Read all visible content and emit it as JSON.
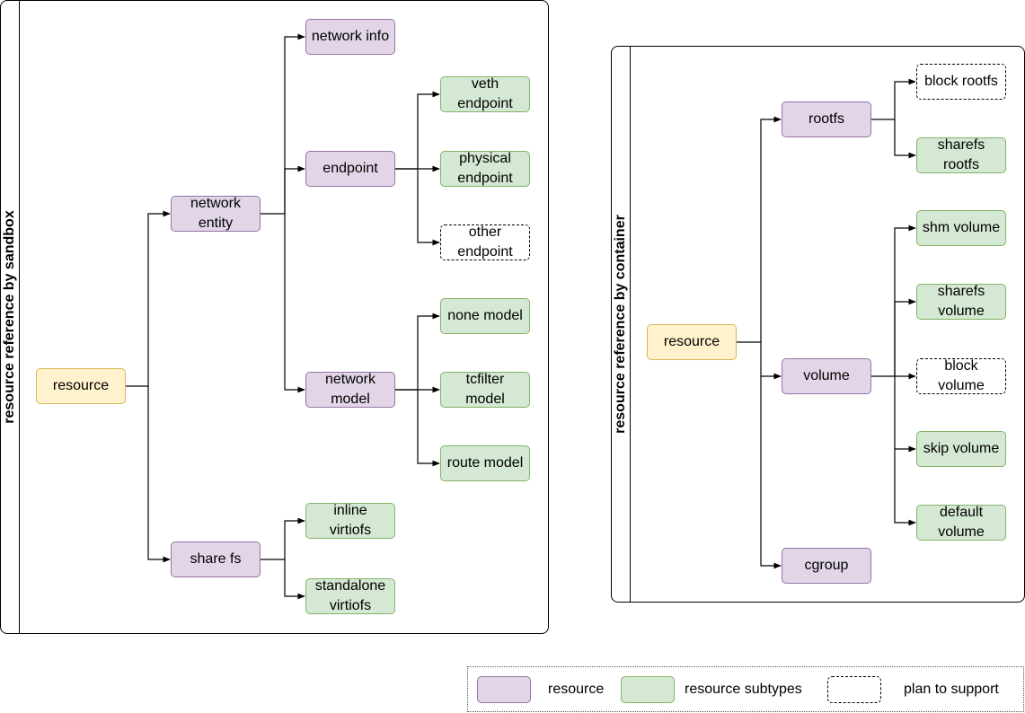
{
  "sandbox": {
    "title": "resource reference by sandbox",
    "resource": "resource",
    "network_entity": "network\nentity",
    "network_info": "network info",
    "endpoint": "endpoint",
    "veth_endpoint": "veth\nendpoint",
    "physical_endpoint": "physical\nendpoint",
    "other_endpoint": "other\nendpoint",
    "network_model": "network\nmodel",
    "none_model": "none model",
    "tcfilter_model": "tcfilter\nmodel",
    "route_model": "route model",
    "share_fs": "share fs",
    "inline_virtiofs": "inline\nvirtiofs",
    "standalone_virtiofs": "standalone\nvirtiofs"
  },
  "container": {
    "title": "resource reference by container",
    "resource": "resource",
    "rootfs": "rootfs",
    "block_rootfs": "block rootfs",
    "sharefs_rootfs": "sharefs\nrootfs",
    "volume": "volume",
    "shm_volume": "shm volume",
    "sharefs_volume": "sharefs\nvolume",
    "block_volume": "block\nvolume",
    "skip_volume": "skip volume",
    "default_volume": "default\nvolume",
    "cgroup": "cgroup"
  },
  "legend": {
    "resource": "resource",
    "resource_subtypes": "resource subtypes",
    "plan_to_support": "plan to support"
  },
  "colors": {
    "resource_fill": "#e1d5e7",
    "resource_stroke": "#9673a6",
    "subtype_fill": "#d5e8d4",
    "subtype_stroke": "#82b366",
    "root_fill": "#fff2cc",
    "root_stroke": "#d6b656"
  }
}
